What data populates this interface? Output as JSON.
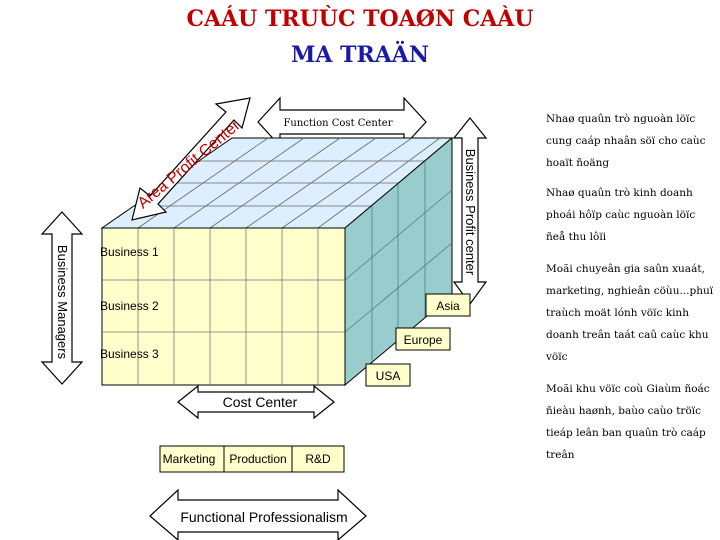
{
  "title": {
    "line1": "CAÁU TRUÙC TOAØN CAÀU",
    "line2": "MA TRAÄN"
  },
  "diagram": {
    "area_profit_center": "Area Profit Center",
    "function_cost_center": "Function Cost Center",
    "business_profit_center": "Business Profit center",
    "business_managers": "Business Managers",
    "rows": [
      "Business 1",
      "Business 2",
      "Business 3"
    ],
    "regions": [
      "Asia",
      "Europe",
      "USA"
    ],
    "cost_center": "Cost Center",
    "functions": [
      "Marketing",
      "Production",
      "R&D"
    ],
    "functional_professionalism": "Functional Professionalism"
  },
  "notes": [
    [
      "Nhaø quaûn trò nguoàn löïc",
      "cung caáp nhaân söï cho caùc",
      "hoaït ñoäng"
    ],
    [
      "Nhaø quaûn trò kinh doanh",
      "phoái hôïp caùc nguoàn löïc",
      "ñeå thu lôïi"
    ],
    [
      "Moãi chuyeân gia saûn xuaát,",
      "marketing, nghieân cöùu...phuï",
      "traùch moät lónh vöïc kinh",
      "doanh treân taát caû caùc khu",
      "vöïc"
    ],
    [
      "Moãi khu vöïc coù Giaùm ñoác",
      "ñieàu haønh, baùo caùo tröïc",
      "tieáp leân ban quaûn trò caáp",
      "treân"
    ]
  ],
  "colors": {
    "cube_front": "#ffffcc",
    "cube_right": "#99cccc",
    "cube_top": "#ddeeff",
    "arrow_fill": "#ffffff",
    "label_fill": "#ffffcc",
    "title_red": "#c00000",
    "title_blue": "#1a1aa6"
  }
}
